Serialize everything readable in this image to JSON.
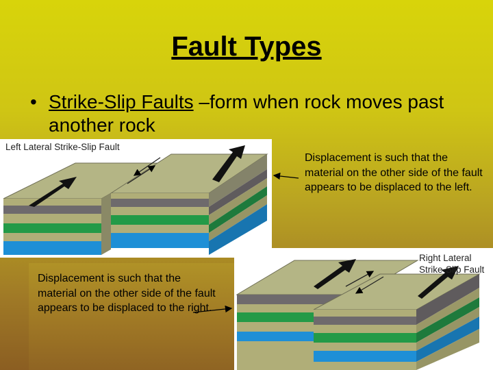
{
  "title": "Fault Types",
  "bullet": {
    "marker": "•",
    "term": "Strike-Slip Faults",
    "text": " –form when rock moves past another rock"
  },
  "left_diagram": {
    "label": "Left Lateral Strike-Slip Fault"
  },
  "right_diagram": {
    "label_line1": "Right Lateral",
    "label_line2": "Strike-Slip Fault"
  },
  "captions": {
    "left_displacement": "Displacement is such that the material on the other side of the fault appears to be displaced to the left.",
    "right_displacement": "Displacement is such that the material on the other side of the fault appears to be displaced to the right."
  },
  "colors": {
    "surface": "#b4b585",
    "layer_tan": "#b0ae78",
    "layer_gray": "#6e6a6c",
    "layer_green": "#239a47",
    "layer_blue": "#1e8fd6"
  }
}
